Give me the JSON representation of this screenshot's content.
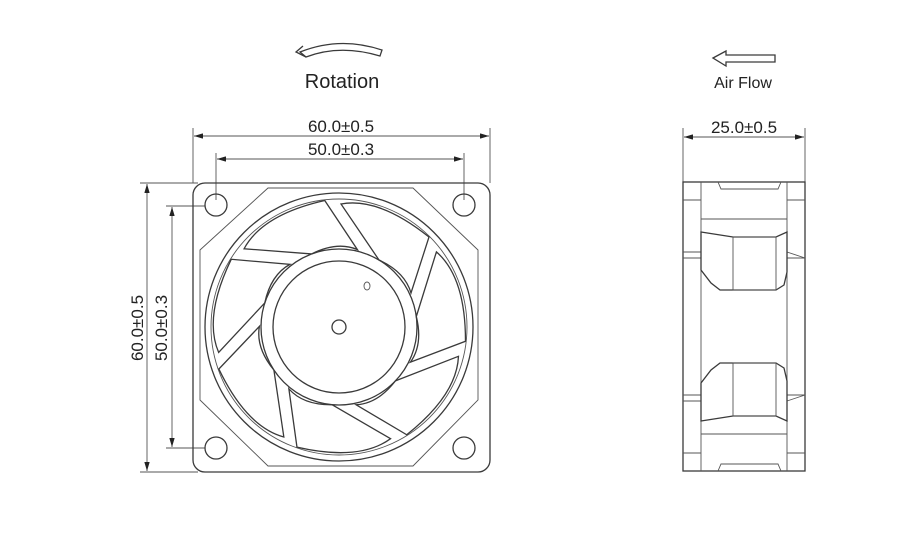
{
  "labels": {
    "rotation": "Rotation",
    "air_flow": "Air Flow",
    "width_outer": "60.0±0.5",
    "width_holes": "50.0±0.3",
    "height_outer": "60.0±0.5",
    "height_holes": "50.0±0.3",
    "depth": "25.0±0.5"
  },
  "fan": {
    "blade_count": 7
  },
  "colors": {
    "line": "#3a3a3a",
    "background": "#ffffff"
  }
}
